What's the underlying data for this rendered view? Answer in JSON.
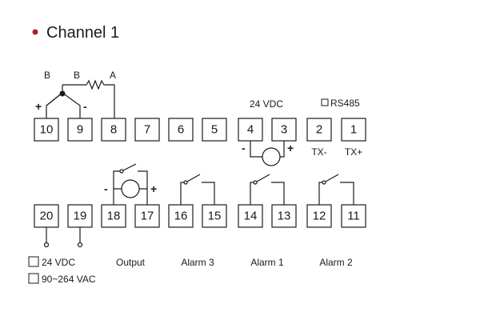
{
  "title": "Channel 1",
  "colors": {
    "bullet": "#b01e2a",
    "ink": "#1a1a1a"
  },
  "top_row": [
    "10",
    "9",
    "8",
    "7",
    "6",
    "5",
    "4",
    "3",
    "2",
    "1"
  ],
  "bottom_row": [
    "20",
    "19",
    "18",
    "17",
    "16",
    "15",
    "14",
    "13",
    "12",
    "11"
  ],
  "labels": {
    "rtd_b1": "B",
    "rtd_b2": "B",
    "rtd_a": "A",
    "tc_plus": "+",
    "tc_minus": "-",
    "vdc_top": "24 VDC",
    "rs485": "RS485",
    "vdc_minus": "-",
    "vdc_plus": "+",
    "tx_minus": "TX-",
    "tx_plus": "TX+",
    "out_minus": "-",
    "out_plus": "+",
    "output": "Output",
    "alarm3": "Alarm 3",
    "alarm1": "Alarm 1",
    "alarm2": "Alarm 2",
    "supply_24": "24 VDC",
    "supply_ac": "90~264 VAC"
  }
}
